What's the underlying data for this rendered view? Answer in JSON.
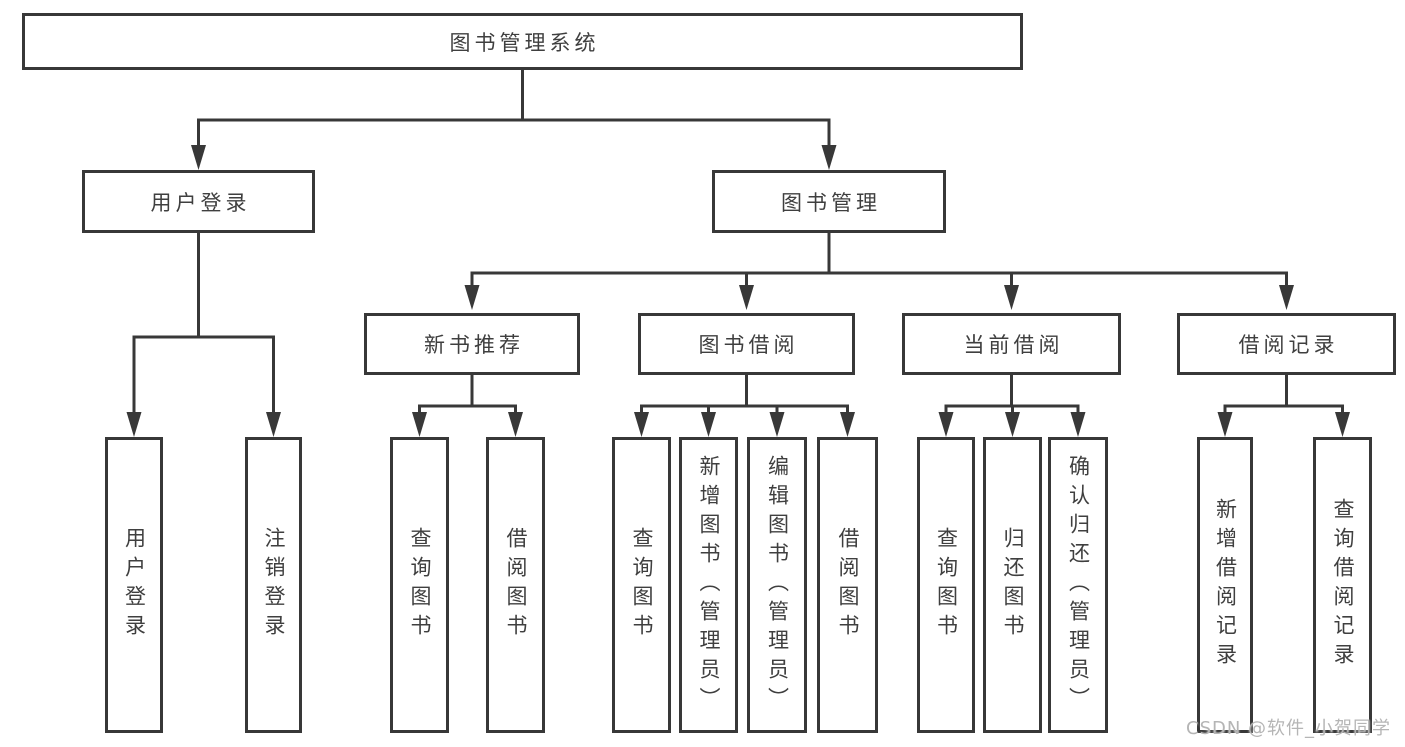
{
  "diagram_title": "图书管理系统",
  "tree": {
    "label": "图书管理系统",
    "children": [
      {
        "label": "用户登录",
        "children": [
          {
            "label": "用户登录"
          },
          {
            "label": "注销登录"
          }
        ]
      },
      {
        "label": "图书管理",
        "children": [
          {
            "label": "新书推荐",
            "children": [
              {
                "label": "查询图书"
              },
              {
                "label": "借阅图书"
              }
            ]
          },
          {
            "label": "图书借阅",
            "children": [
              {
                "label": "查询图书"
              },
              {
                "label": "新增图书（管理员）"
              },
              {
                "label": "编辑图书（管理员）"
              },
              {
                "label": "借阅图书"
              }
            ]
          },
          {
            "label": "当前借阅",
            "children": [
              {
                "label": "查询图书"
              },
              {
                "label": "归还图书"
              },
              {
                "label": "确认归还（管理员）"
              }
            ]
          },
          {
            "label": "借阅记录",
            "children": [
              {
                "label": "新增借阅记录"
              },
              {
                "label": "查询借阅记录"
              }
            ]
          }
        ]
      }
    ]
  },
  "watermark": "CSDN @软件_小贺同学",
  "colors": {
    "line": "#383838",
    "box_border": "#383838",
    "text": "#3f3f3f",
    "watermark_text": "#b5b5b5",
    "background": "#ffffff"
  }
}
